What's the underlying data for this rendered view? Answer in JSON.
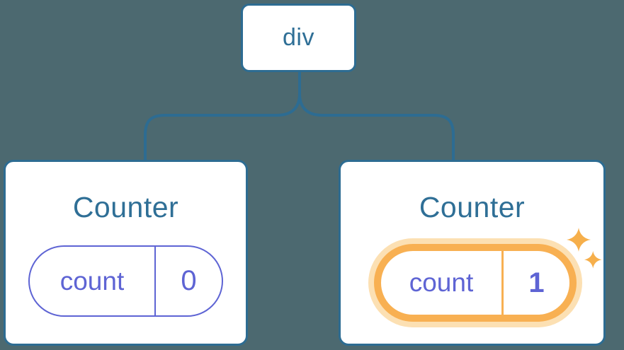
{
  "diagram": {
    "description": "React component tree: a div root with two Counter children, each holding a count state pill; the second Counter's state is highlighted",
    "root": {
      "label": "div"
    },
    "children": [
      {
        "title": "Counter",
        "state": {
          "key": "count",
          "value": "0"
        },
        "highlighted": false
      },
      {
        "title": "Counter",
        "state": {
          "key": "count",
          "value": "1"
        },
        "highlighted": true,
        "decoration": "sparkles-icon"
      }
    ]
  },
  "colors": {
    "background": "#4C6970",
    "card_background": "#FFFFFF",
    "node_border_blue": "#2D6C92",
    "text_blue": "#2F6F96",
    "state_indigo": "#5E64D4",
    "highlight_orange": "#F8B052",
    "highlight_glow": "#FCE0B3",
    "sparkle_orange": "#F6AF4B"
  }
}
